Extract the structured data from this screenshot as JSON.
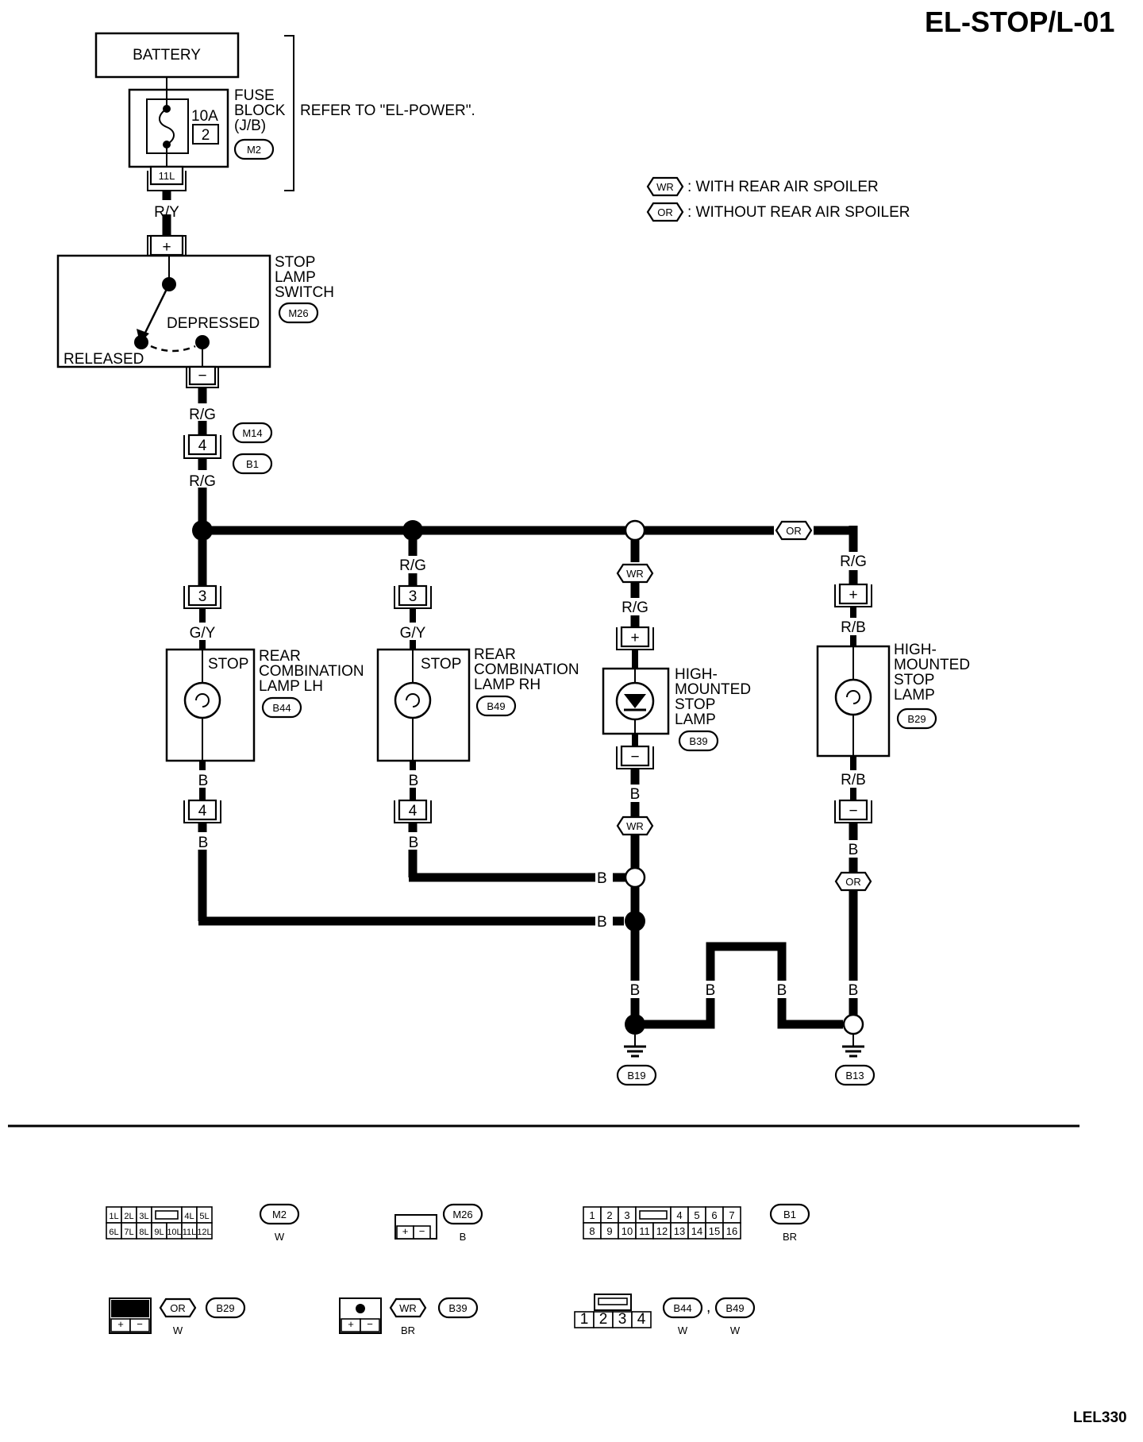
{
  "title": "EL-STOP/L-01",
  "footer_code": "LEL330",
  "power": {
    "battery": "BATTERY",
    "fuse_label": "FUSE\nBLOCK\n(J/B)",
    "fuse_amp": "10A",
    "fuse_no": "2",
    "fuse_connector": "M2",
    "fuse_terminal": "11L",
    "refer_note": "REFER TO \"EL-POWER\"."
  },
  "legend": [
    {
      "code": "WR",
      "text": ": WITH REAR AIR SPOILER"
    },
    {
      "code": "OR",
      "text": ": WITHOUT REAR AIR SPOILER"
    }
  ],
  "switch": {
    "name": "STOP\nLAMP\nSWITCH",
    "connector": "M26",
    "depressed": "DEPRESSED",
    "released": "RELEASED",
    "term_plus": "+",
    "term_minus": "−"
  },
  "joint": {
    "term": "4",
    "conn_top": "M14",
    "conn_bottom": "B1"
  },
  "wire_colors": {
    "ry": "R/Y",
    "rg": "R/G",
    "gy": "G/Y",
    "rb": "R/B",
    "b": "B"
  },
  "lamps": [
    {
      "name": "REAR\nCOMBINATION\nLAMP LH",
      "connector": "B44",
      "stop": "STOP",
      "term_in": "3",
      "term_out": "4"
    },
    {
      "name": "REAR\nCOMBINATION\nLAMP RH",
      "connector": "B49",
      "stop": "STOP",
      "term_in": "3",
      "term_out": "4"
    },
    {
      "name": "HIGH-\nMOUNTED\nSTOP\nLAMP",
      "connector": "B39",
      "term_in": "+",
      "term_out": "−"
    },
    {
      "name": "HIGH-\nMOUNTED\nSTOP\nLAMP",
      "connector": "B29",
      "term_in": "+",
      "term_out": "−"
    }
  ],
  "grounds": [
    {
      "connector": "B19"
    },
    {
      "connector": "B13"
    }
  ],
  "connector_views": [
    {
      "id": "M2",
      "color": "W",
      "top": [
        "1L",
        "2L",
        "3L",
        "",
        "4L",
        "5L"
      ],
      "bottom": [
        "6L",
        "7L",
        "8L",
        "9L",
        "10L",
        "11L",
        "12L"
      ]
    },
    {
      "id": "M26",
      "color": "B",
      "cells": [
        "+",
        "−"
      ]
    },
    {
      "id": "B1",
      "color": "BR",
      "top": [
        "1",
        "2",
        "3",
        "",
        "4",
        "5",
        "6",
        "7"
      ],
      "bottom": [
        "8",
        "9",
        "10",
        "11",
        "12",
        "13",
        "14",
        "15",
        "16"
      ]
    },
    {
      "id": "B29",
      "color": "W",
      "option": "OR",
      "cells": [
        "+",
        "−"
      ]
    },
    {
      "id": "B39",
      "color": "BR",
      "option": "WR",
      "cells": [
        "+",
        "−"
      ]
    },
    {
      "id": "B44",
      "id2": "B49",
      "color": "W",
      "color2": "W",
      "cells": [
        "1",
        "2",
        "3",
        "4"
      ]
    }
  ]
}
